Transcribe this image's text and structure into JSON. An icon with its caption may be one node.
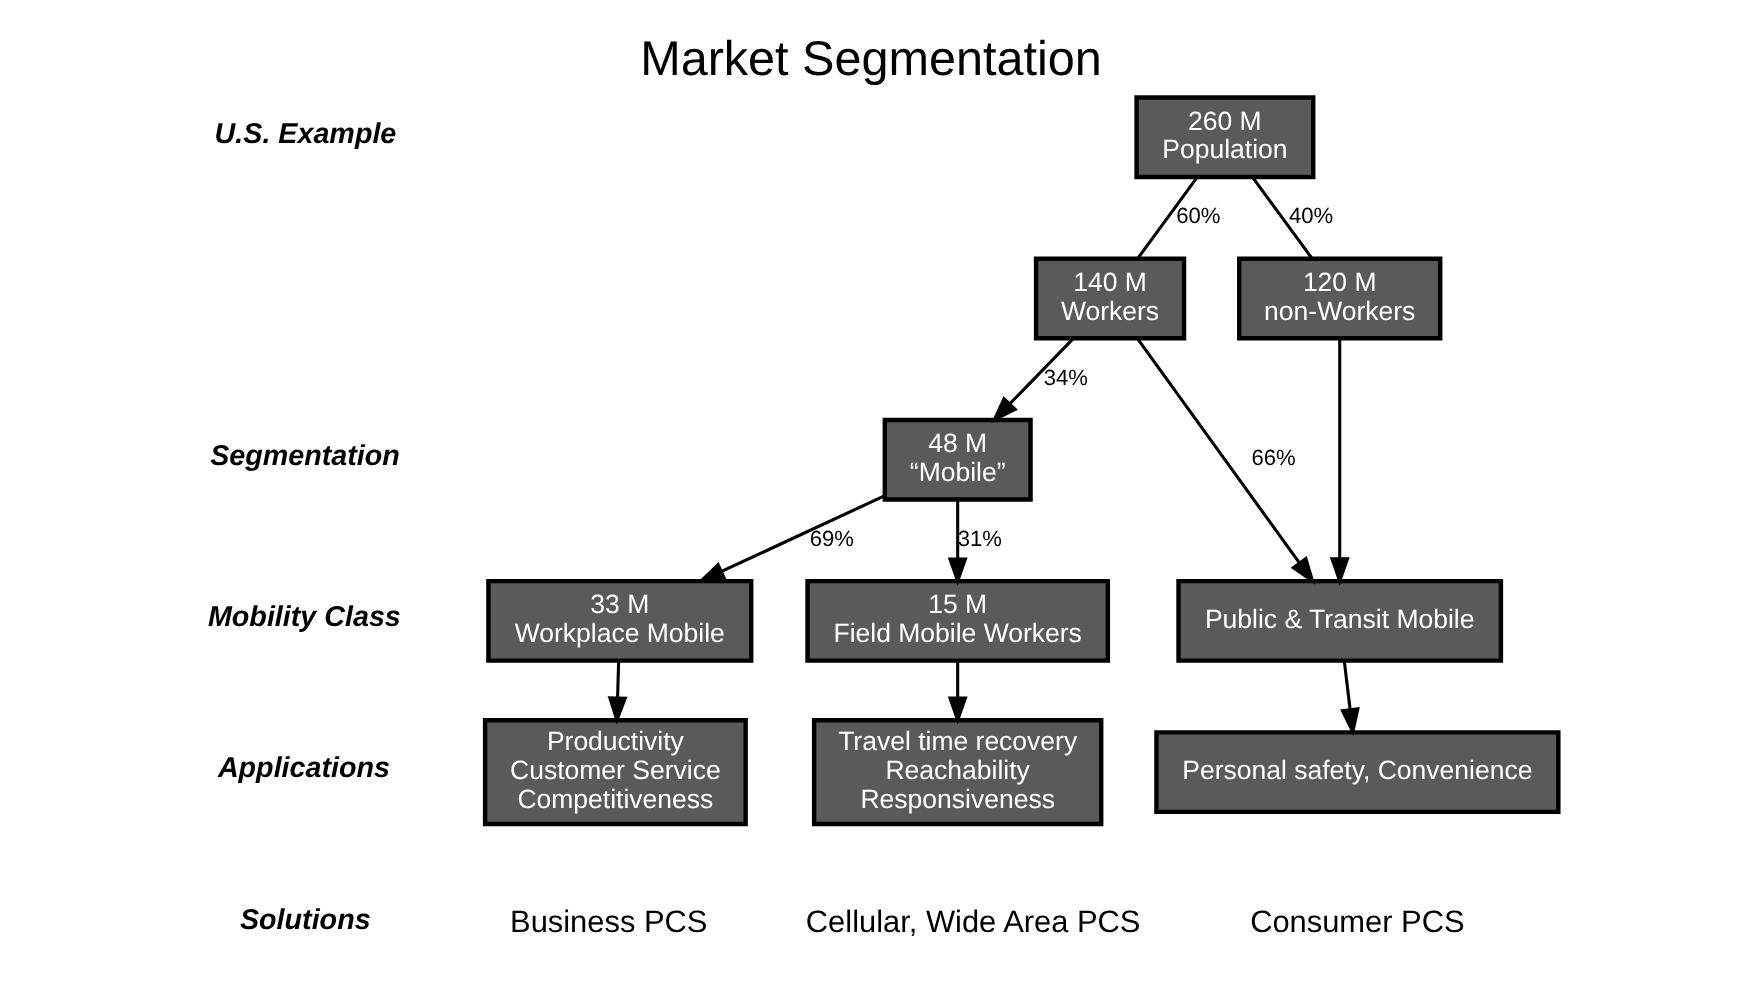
{
  "diagram": {
    "title": "Market Segmentation",
    "nodes": [
      {
        "text": [
          "260 M",
          "Population"
        ]
      },
      {
        "text": [
          "140 M",
          "Workers"
        ]
      },
      {
        "text": [
          "120 M",
          "non-Workers"
        ]
      },
      {
        "text": [
          "48 M",
          "“Mobile”"
        ]
      },
      {
        "text": [
          "33 M",
          "Workplace Mobile"
        ]
      },
      {
        "text": [
          "15 M",
          "Field Mobile Workers"
        ]
      },
      {
        "text": [
          "Public & Transit Mobile"
        ]
      },
      {
        "text": [
          "Productivity",
          "Customer Service",
          "Competitiveness"
        ]
      },
      {
        "text": [
          "Travel time recovery",
          "Reachability",
          "Responsiveness"
        ]
      },
      {
        "text": [
          "Personal safety, Convenience"
        ]
      }
    ],
    "edges": [
      {
        "from": 0,
        "to": 1,
        "arrow": "none",
        "label": "60%"
      },
      {
        "from": 0,
        "to": 2,
        "arrow": "none",
        "label": "40%"
      },
      {
        "from": 1,
        "to": 3,
        "arrow": "to",
        "label": "34%"
      },
      {
        "from": 1,
        "to": 6,
        "arrow": "to",
        "label": "66%"
      },
      {
        "from": 2,
        "to": 6,
        "arrow": "to"
      },
      {
        "from": 3,
        "to": 4,
        "arrow": "to",
        "label": "69%"
      },
      {
        "from": 3,
        "to": 5,
        "arrow": "to",
        "label": "31%"
      },
      {
        "from": 4,
        "to": 7,
        "arrow": "to"
      },
      {
        "from": 5,
        "to": 8,
        "arrow": "to"
      },
      {
        "from": 6,
        "to": 9,
        "arrow": "to"
      }
    ],
    "labels": [
      "U.S. Example",
      "Segmentation",
      "Mobility Class",
      "Applications",
      "Solutions",
      "Business PCS",
      "Cellular, Wide Area PCS",
      "Consumer PCS"
    ]
  }
}
